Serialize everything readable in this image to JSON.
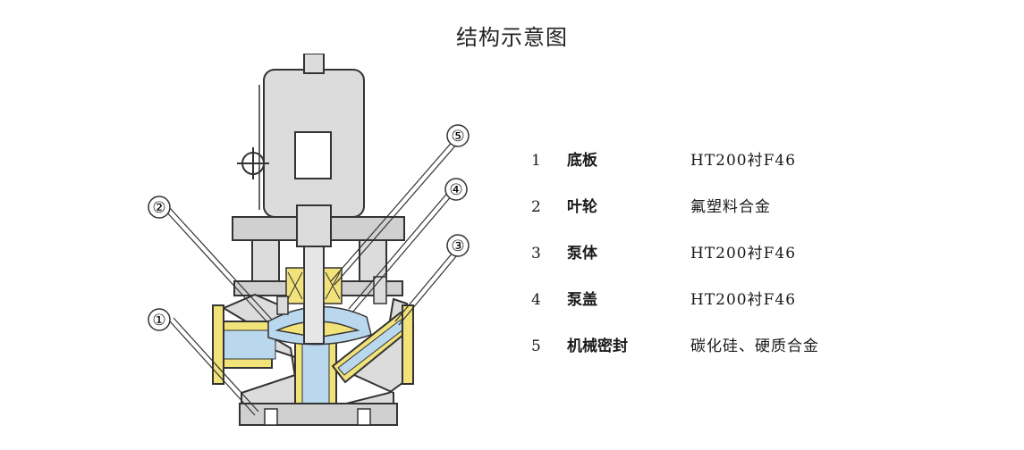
{
  "title": "结构示意图",
  "callouts": [
    "①",
    "②",
    "③",
    "④",
    "⑤"
  ],
  "parts": [
    {
      "num": "1",
      "name": "底板",
      "material": "HT200衬F46"
    },
    {
      "num": "2",
      "name": "叶轮",
      "material": "氟塑料合金"
    },
    {
      "num": "3",
      "name": "泵体",
      "material": "HT200衬F46"
    },
    {
      "num": "4",
      "name": "泵盖",
      "material": "HT200衬F46"
    },
    {
      "num": "5",
      "name": "机械密封",
      "material": "碳化硅、硬质合金"
    }
  ],
  "colors": {
    "casing": "#dcdcdc",
    "lining": "#f2e27a",
    "fluid": "#b9d8ee",
    "line": "#333333"
  }
}
